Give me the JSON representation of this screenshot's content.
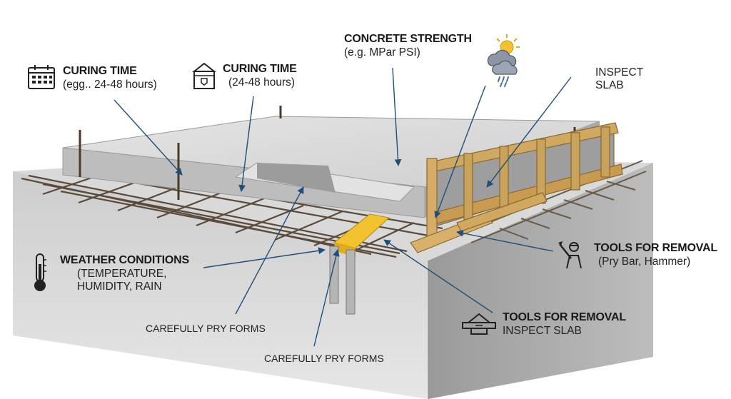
{
  "labels": {
    "curing_time_1": {
      "title": "CURING TIME",
      "detail": "(egg.. 24-48 hours)"
    },
    "curing_time_2": {
      "title": "CURING TIME",
      "detail": "(24-48 hours)"
    },
    "concrete_strength": {
      "title": "CONCRETE STRENGTH",
      "detail": "(e.g. MPar PSI)"
    },
    "inspect_slab_top": {
      "line1": "INSPECT",
      "line2": "SLAB"
    },
    "weather_conditions": {
      "title": "WEATHER CONDITIONS",
      "line1": "(TEMPERATURE,",
      "line2": "HUMIDITY, RAIN"
    },
    "tools_for_removal_1": {
      "title": "TOOLS FOR REMOVAL",
      "detail": "(Pry Bar, Hammer)"
    },
    "tools_for_removal_2": {
      "title": "TOOLS FOR REMOVAL",
      "detail": "INSPECT SLAB"
    },
    "carefully_pry_1": {
      "text": "CAREFULLY PRY FORMS"
    },
    "carefully_pry_2": {
      "text": "CAREFULLY PRY FORMS"
    }
  },
  "icons": {
    "calendar": "calendar-icon",
    "formwork_box": "formwork-box-icon",
    "weather": "sun-cloud-rain-icon",
    "thermometer": "thermometer-icon",
    "worker": "worker-tools-icon",
    "inspect": "inspect-tool-icon"
  },
  "colors": {
    "leader_line": "#1f4e79",
    "concrete": "#c9c9c9",
    "wood": "#c9a25b",
    "tape": "#f2c230"
  }
}
